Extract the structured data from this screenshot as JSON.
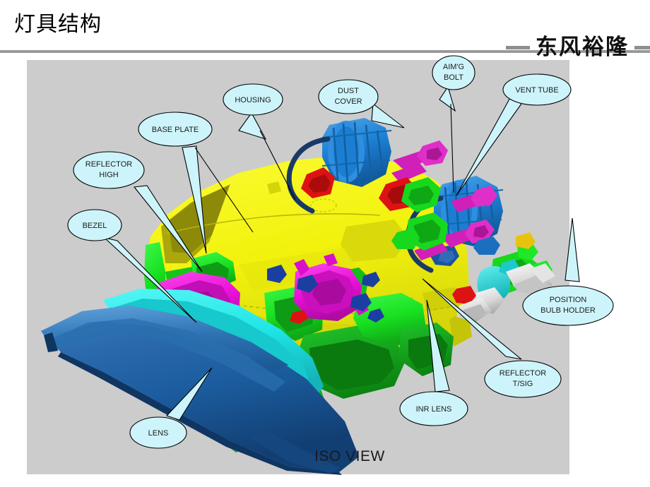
{
  "slide": {
    "title": "灯具结构",
    "brand": {
      "text": "东风裕隆",
      "rule_color": "#8f8f8f"
    },
    "header_rule_color": "#9a9a9a"
  },
  "figure": {
    "caption": "ISO VIEW",
    "background_color": "#cccccc",
    "callout_fill": "#cdf4fb",
    "callout_stroke": "#000000",
    "callouts": [
      {
        "id": "housing",
        "label_lines": [
          "HOUSING"
        ]
      },
      {
        "id": "dust-cover",
        "label_lines": [
          "DUST",
          "COVER"
        ]
      },
      {
        "id": "aimg-bolt",
        "label_lines": [
          "AIM'G",
          "BOLT"
        ]
      },
      {
        "id": "vent-tube",
        "label_lines": [
          "VENT TUBE"
        ]
      },
      {
        "id": "base-plate",
        "label_lines": [
          "BASE PLATE"
        ]
      },
      {
        "id": "reflector-high",
        "label_lines": [
          "REFLECTOR",
          "HIGH"
        ]
      },
      {
        "id": "bezel",
        "label_lines": [
          "BEZEL"
        ]
      },
      {
        "id": "position-bulb-holder",
        "label_lines": [
          "POSITION",
          "BULB HOLDER"
        ]
      },
      {
        "id": "reflector-tsig",
        "label_lines": [
          "REFLECTOR",
          "T/SIG"
        ]
      },
      {
        "id": "inr-lens",
        "label_lines": [
          "INR LENS"
        ]
      },
      {
        "id": "lens",
        "label_lines": [
          "LENS"
        ]
      }
    ],
    "part_colors": {
      "housing_yellow": "#f2f20d",
      "housing_yellow_shadow": "#c3c10c",
      "base_plate_green": "#18e020",
      "base_plate_green_dark": "#12a017",
      "reflector_magenta": "#e810d8",
      "bezel_cyan": "#1fe4e4",
      "lens_blue": "#1b5c9e",
      "lens_blue_dark": "#123f73",
      "dust_cover_blue": "#1c7fd4",
      "vent_tube_navy": "#1a3a66",
      "bolt_magenta": "#d020b8",
      "clip_red": "#dd1212",
      "holder_green": "#17d81e",
      "bulb_cyan": "#1fd4d4",
      "socket_white": "#e8e8e8"
    }
  }
}
